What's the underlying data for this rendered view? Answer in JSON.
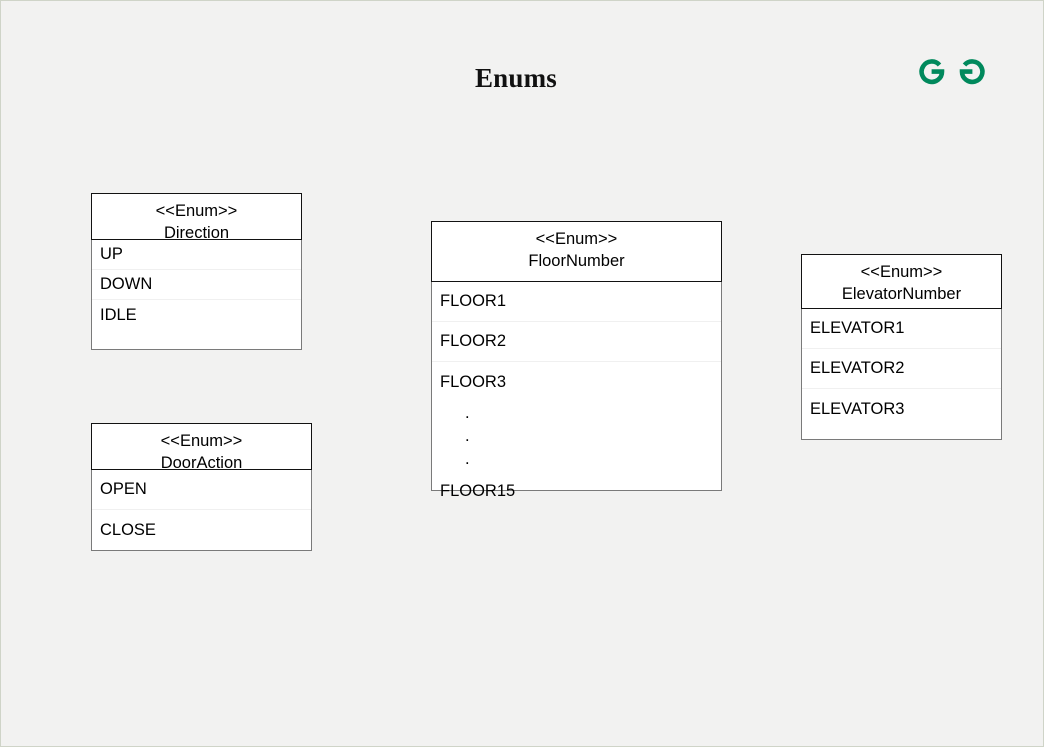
{
  "page": {
    "title": "Enums",
    "background_color": "#f2f2f1",
    "border_color": "#cfd4c8"
  },
  "logo": {
    "name": "geeksforgeeks-logo",
    "color": "#00895c"
  },
  "enums": [
    {
      "id": "direction",
      "stereotype": "<<Enum>>",
      "name": "Direction",
      "values": [
        "UP",
        "DOWN",
        "IDLE"
      ]
    },
    {
      "id": "dooraction",
      "stereotype": "<<Enum>>",
      "name": "DoorAction",
      "values": [
        "OPEN",
        "CLOSE"
      ]
    },
    {
      "id": "floornumber",
      "stereotype": "<<Enum>>",
      "name": "FloorNumber",
      "values": [
        "FLOOR1",
        "FLOOR2",
        "FLOOR3",
        ".",
        ".",
        ".",
        "FLOOR15"
      ]
    },
    {
      "id": "elevatornumber",
      "stereotype": "<<Enum>>",
      "name": "ElevatorNumber",
      "values": [
        "ELEVATOR1",
        "ELEVATOR2",
        "ELEVATOR3"
      ]
    }
  ]
}
